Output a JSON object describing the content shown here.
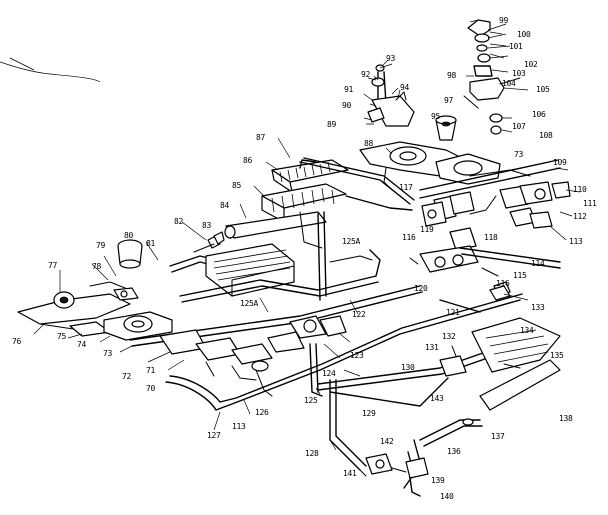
{
  "diagram": {
    "part_labels": [
      "99",
      "100",
      "101",
      "102",
      "103",
      "98",
      "104",
      "105",
      "97",
      "106",
      "107",
      "108",
      "93",
      "92",
      "94",
      "91",
      "90",
      "89",
      "95",
      "88",
      "87",
      "86",
      "73",
      "109",
      "117",
      "110",
      "111",
      "112",
      "113",
      "85",
      "84",
      "83",
      "82",
      "80",
      "81",
      "79",
      "77",
      "78",
      "125A",
      "116",
      "119",
      "118",
      "114",
      "115",
      "120",
      "121",
      "116",
      "133",
      "76",
      "75",
      "74",
      "73",
      "125A",
      "122",
      "72",
      "71",
      "70",
      "123",
      "124",
      "126",
      "125",
      "113",
      "127",
      "129",
      "128",
      "134",
      "132",
      "131",
      "130",
      "143",
      "135",
      "138",
      "137",
      "136",
      "142",
      "139",
      "141",
      "140"
    ]
  }
}
